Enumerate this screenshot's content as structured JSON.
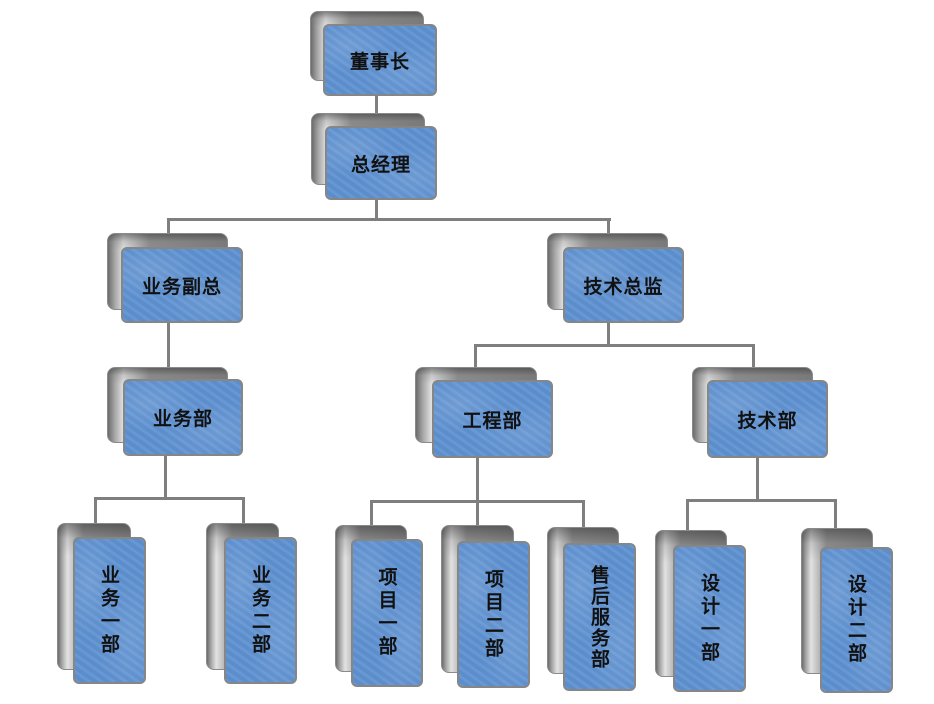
{
  "title": "组织结构图",
  "colors": {
    "node_fill": "#5f92d2",
    "node_border": "#868686",
    "shadow_box": "#8e8e8e",
    "connector": "#7f7f7f",
    "text": "#111111"
  },
  "org_chart": {
    "root": {
      "label": "董事长",
      "children": [
        {
          "label": "总经理",
          "children": [
            {
              "label": "业务副总",
              "children": [
                {
                  "label": "业务部",
                  "children": [
                    {
                      "label": "业务一部"
                    },
                    {
                      "label": "业务二部"
                    }
                  ]
                }
              ]
            },
            {
              "label": "技术总监",
              "children": [
                {
                  "label": "工程部",
                  "children": [
                    {
                      "label": "项目一部"
                    },
                    {
                      "label": "项目二部"
                    },
                    {
                      "label": "售后服务部"
                    }
                  ]
                },
                {
                  "label": "技术部",
                  "children": [
                    {
                      "label": "设计一部"
                    },
                    {
                      "label": "设计二部"
                    }
                  ]
                }
              ]
            }
          ]
        }
      ]
    }
  }
}
